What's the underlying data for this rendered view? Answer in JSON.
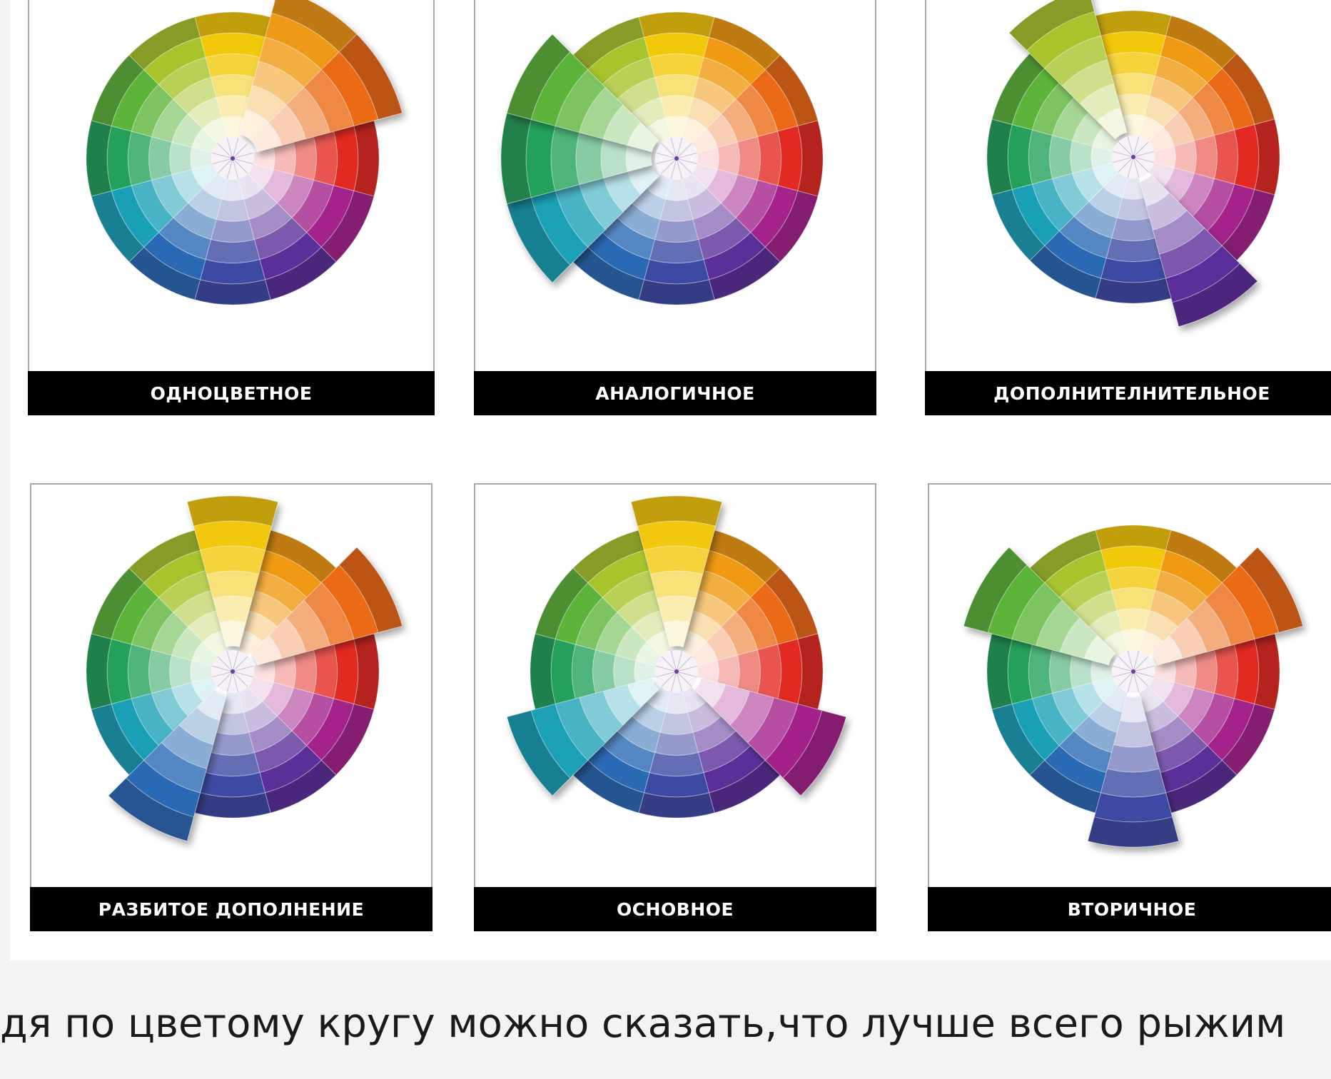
{
  "harmonies": [
    {
      "label": "ОДНОЦВЕТНОЕ",
      "icon": "monochromatic-color-wheel",
      "extended": [
        1,
        2
      ]
    },
    {
      "label": "АНАЛОГИЧНОЕ",
      "icon": "analogous-color-wheel",
      "extended": [
        8,
        9,
        10
      ]
    },
    {
      "label": "ДОПОЛНИТЕЛНИТЕЛЬНОЕ",
      "icon": "complementary-color-wheel",
      "extended": [
        11,
        5
      ]
    },
    {
      "label": "РАЗБИТОЕ ДОПОЛНЕНИЕ",
      "icon": "split-complementary-color-wheel",
      "extended": [
        0,
        2,
        7
      ]
    },
    {
      "label": "ОСНОВНОЕ",
      "icon": "primary-triad-color-wheel",
      "extended": [
        0,
        4,
        8
      ]
    },
    {
      "label": "ВТОРИЧНОЕ",
      "icon": "secondary-triad-color-wheel",
      "extended": [
        2,
        6,
        10
      ]
    }
  ],
  "palette": [
    "#f1c80a",
    "#ef9a12",
    "#ea6a17",
    "#e32a22",
    "#a3238a",
    "#5a2f98",
    "#3d4aa3",
    "#2a6ab4",
    "#1aa0b6",
    "#23a15a",
    "#5cb43a",
    "#a8c42c"
  ],
  "caption": "дя по цветому кругу можно сказать,что лучше всего рыжим"
}
